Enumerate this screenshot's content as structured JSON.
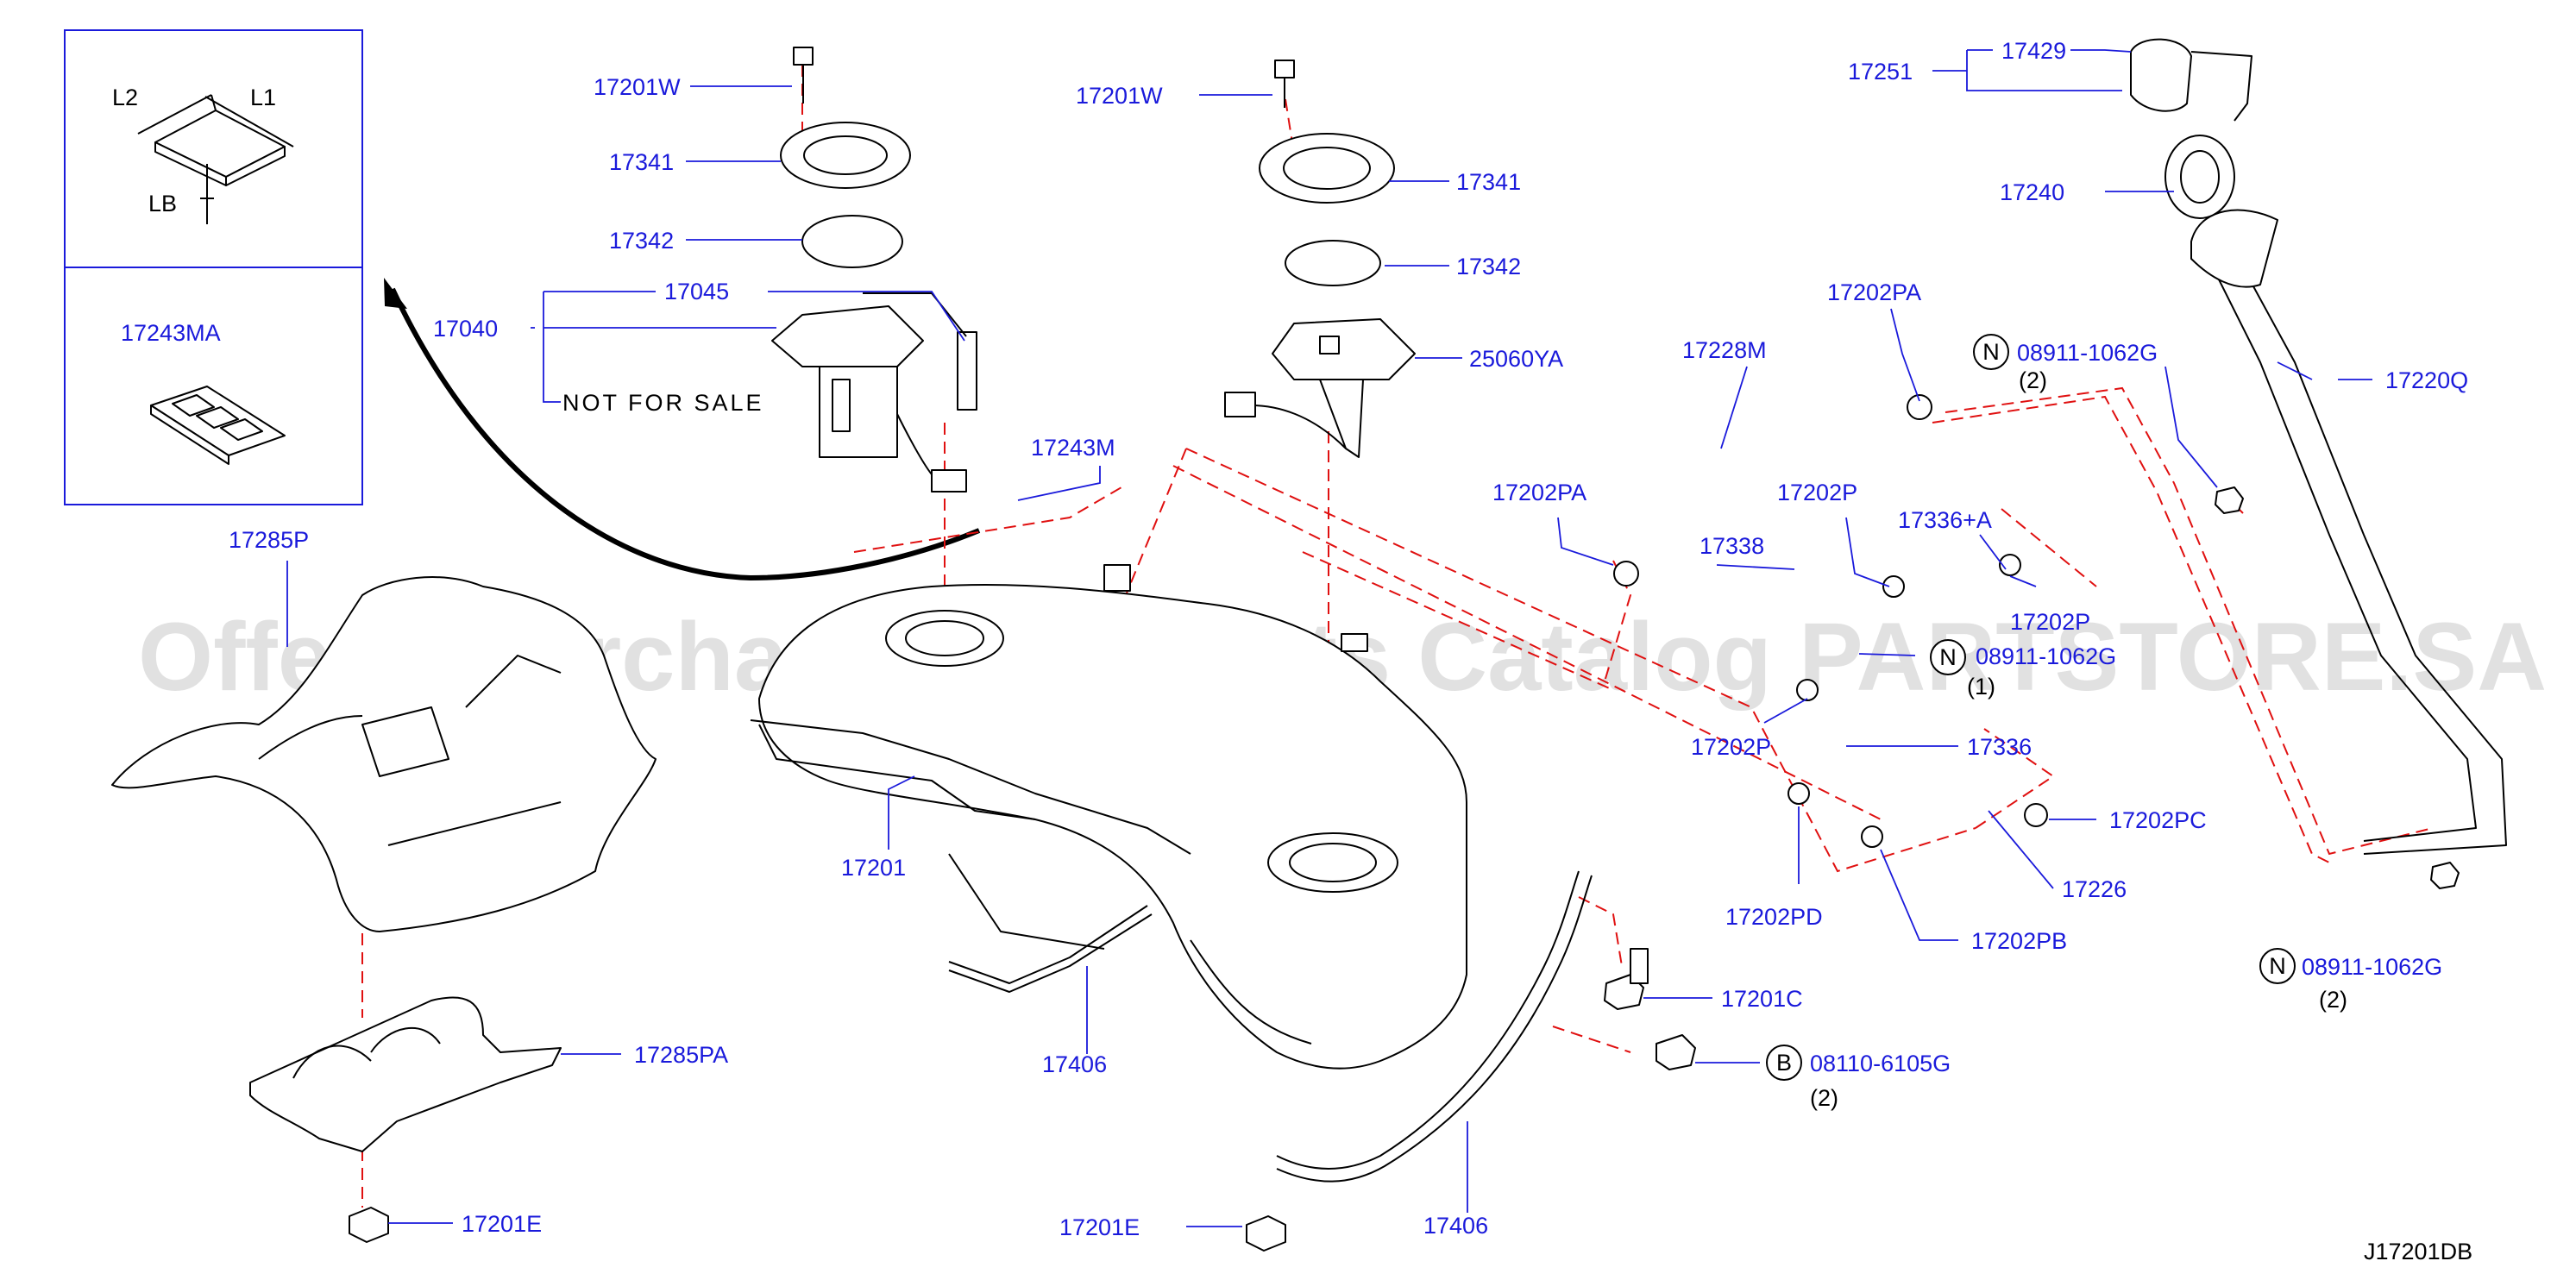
{
  "watermark": "Offers Merchant Auto Parts Catalog PARTSTORE.SA",
  "diagram_code": "J17201DB",
  "inset": {
    "dim_l1": "L1",
    "dim_l2": "L2",
    "dim_lb": "LB",
    "part_label": "17243MA"
  },
  "note_not_for_sale": "NOT  FOR  SALE",
  "labels": {
    "p17201W_a": "17201W",
    "p17341_a": "17341",
    "p17342_a": "17342",
    "p17045": "17045",
    "p17040": "17040",
    "p17243M": "17243M",
    "p17201W_b": "17201W",
    "p17341_b": "17341",
    "p17342_b": "17342",
    "p25060YA": "25060YA",
    "p17285P": "17285P",
    "p17285PA": "17285PA",
    "p17201E_a": "17201E",
    "p17201": "17201",
    "p17406_a": "17406",
    "p17406_b": "17406",
    "p17201E_b": "17201E",
    "p17201C": "17201C",
    "p08110": "08110-6105G",
    "p08110_qty": "(2)",
    "p17429": "17429",
    "p17251": "17251",
    "p17240": "17240",
    "p17202PA_a": "17202PA",
    "p17228M": "17228M",
    "p08911_a": "08911-1062G",
    "p08911_a_qty": "(2)",
    "p17220Q": "17220Q",
    "p17202PA_b": "17202PA",
    "p17202P_a": "17202P",
    "p17336A": "17336+A",
    "p17338": "17338",
    "p17202P_b": "17202P",
    "p08911_b": "08911-1062G",
    "p08911_b_qty": "(1)",
    "p17202P_c": "17202P",
    "p17336": "17336",
    "p17202PD": "17202PD",
    "p17226": "17226",
    "p17202PC": "17202PC",
    "p17202PB": "17202PB",
    "p08911_c": "08911-1062G",
    "p08911_c_qty": "(2)"
  },
  "badges": {
    "n1": "N",
    "n2": "N",
    "n3": "N",
    "b1": "B"
  }
}
